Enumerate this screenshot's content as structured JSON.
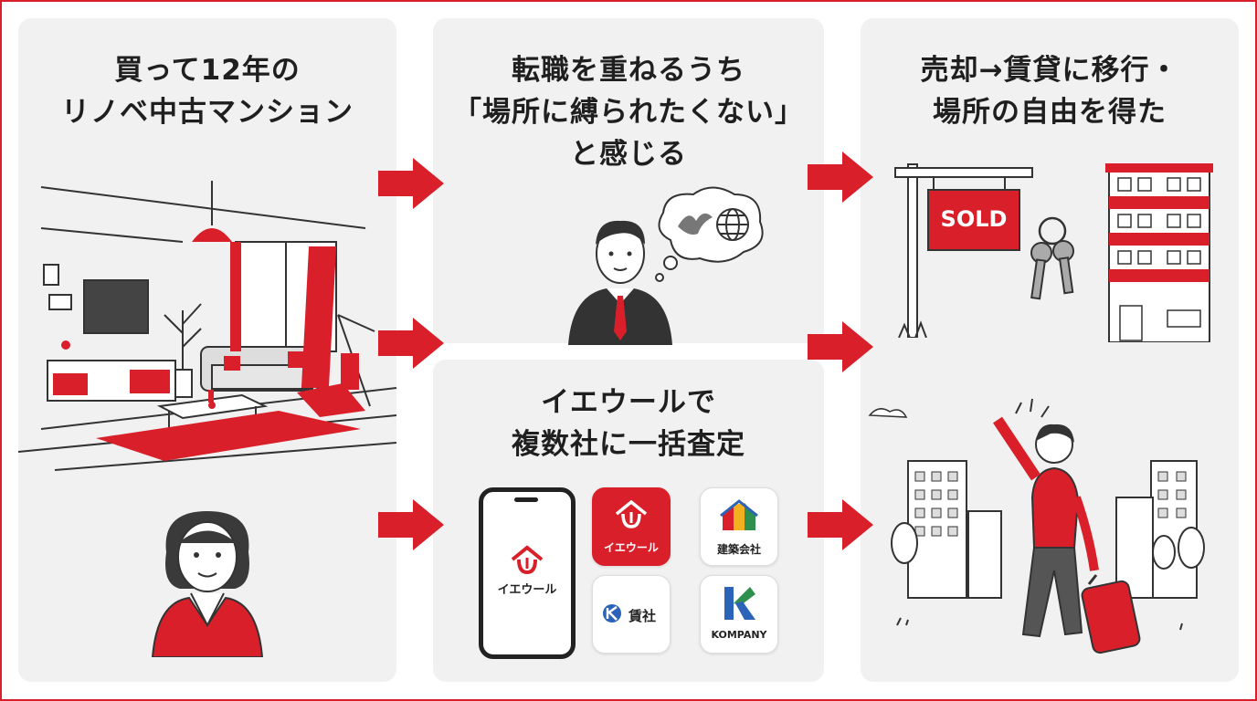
{
  "panels": {
    "left": {
      "title_lines": [
        "買って12年の",
        "リノベ中古マンション"
      ]
    },
    "center_top": {
      "title_lines": [
        "転職を重ねるうち",
        "「場所に縛られたくない」",
        "と感じる"
      ]
    },
    "center_bottom": {
      "title_lines": [
        "イエウールで",
        "複数社に一括査定"
      ]
    },
    "right": {
      "title_lines": [
        "売却→賃貸に移行・",
        "場所の自由を得た"
      ],
      "sign_text": "SOLD"
    }
  },
  "apps": {
    "phone_label": "イエウール",
    "tiles": [
      {
        "label": "イエウール"
      },
      {
        "label": "建築会社"
      },
      {
        "label": "賃社"
      },
      {
        "label": "KOMPANY"
      }
    ]
  },
  "colors": {
    "accent": "#d9202a",
    "panel": "#f1f1f1",
    "line": "#333333"
  }
}
